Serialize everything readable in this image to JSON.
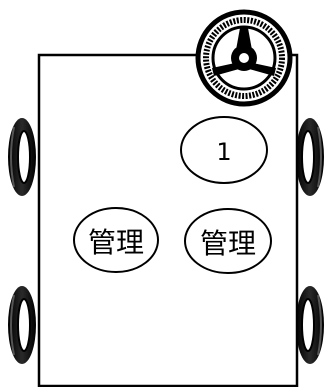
{
  "diagram": {
    "seats": [
      {
        "id": "seat-number-1",
        "label": "1"
      },
      {
        "id": "seat-manager-left",
        "label": "管理"
      },
      {
        "id": "seat-manager-right",
        "label": "管理"
      }
    ],
    "colors": {
      "stroke": "#000000",
      "fill": "#ffffff",
      "tire": "#0a0a0a"
    },
    "icons": [
      "steering-wheel-icon",
      "wheel-icon"
    ]
  }
}
